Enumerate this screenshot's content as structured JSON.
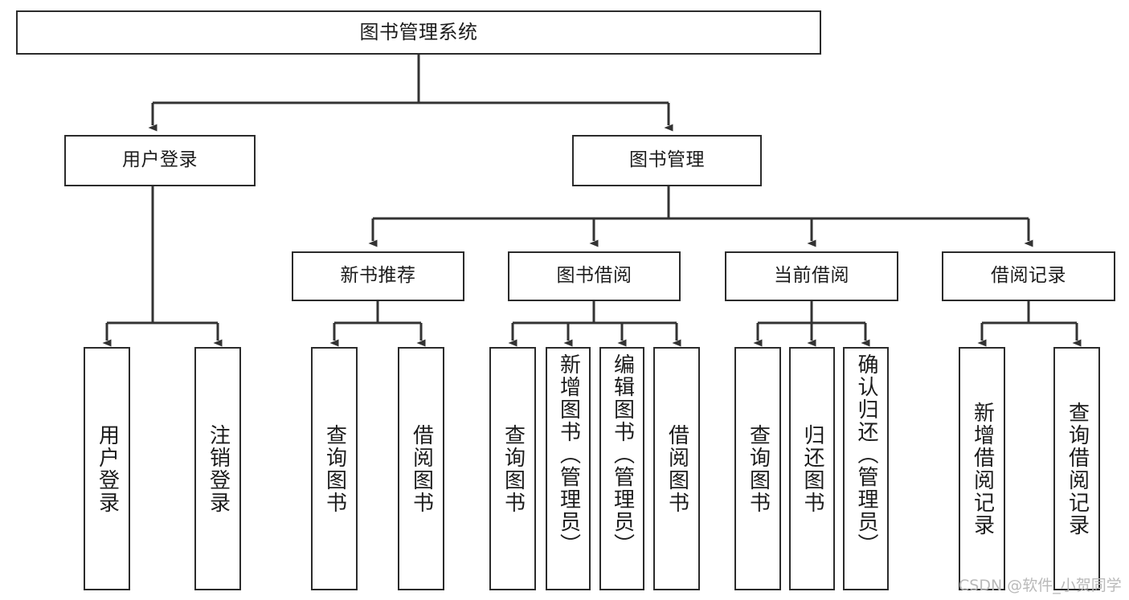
{
  "diagram": {
    "title": "图书管理系统",
    "type": "tree",
    "watermark": "CSDN @软件_小贺同学",
    "colors": {
      "box_border": "#2b2b2b",
      "box_fill": "#ffffff",
      "edge": "#333333",
      "text": "#1c1c1c",
      "watermark": "#b9b9b9",
      "background": "#ffffff"
    },
    "nodes": {
      "root": {
        "label": "图书管理系统"
      },
      "level2": [
        {
          "id": "user-login",
          "label": "用户登录"
        },
        {
          "id": "book-manage",
          "label": "图书管理"
        }
      ],
      "level3": [
        {
          "id": "new-book-recommend",
          "label": "新书推荐"
        },
        {
          "id": "book-borrow",
          "label": "图书借阅"
        },
        {
          "id": "current-borrow",
          "label": "当前借阅"
        },
        {
          "id": "borrow-record",
          "label": "借阅记录"
        }
      ],
      "leaves": {
        "user_login": [
          {
            "id": "leaf-user-login",
            "label": "用户登录"
          },
          {
            "id": "leaf-logout-login",
            "label": "注销登录"
          }
        ],
        "new_book_recommend": [
          {
            "id": "leaf-query-book-1",
            "label": "查询图书"
          },
          {
            "id": "leaf-borrow-book-1",
            "label": "借阅图书"
          }
        ],
        "book_borrow": [
          {
            "id": "leaf-query-book-2",
            "label": "查询图书"
          },
          {
            "id": "leaf-add-book",
            "label": "新增图书（管理员）"
          },
          {
            "id": "leaf-edit-book",
            "label": "编辑图书（管理员）"
          },
          {
            "id": "leaf-borrow-book-2",
            "label": "借阅图书"
          }
        ],
        "current_borrow": [
          {
            "id": "leaf-query-book-3",
            "label": "查询图书"
          },
          {
            "id": "leaf-return-book",
            "label": "归还图书"
          },
          {
            "id": "leaf-confirm-return",
            "label": "确认归还（管理员）"
          }
        ],
        "borrow_record": [
          {
            "id": "leaf-add-record",
            "label": "新增借阅记录"
          },
          {
            "id": "leaf-query-record",
            "label": "查询借阅记录"
          }
        ]
      }
    }
  }
}
